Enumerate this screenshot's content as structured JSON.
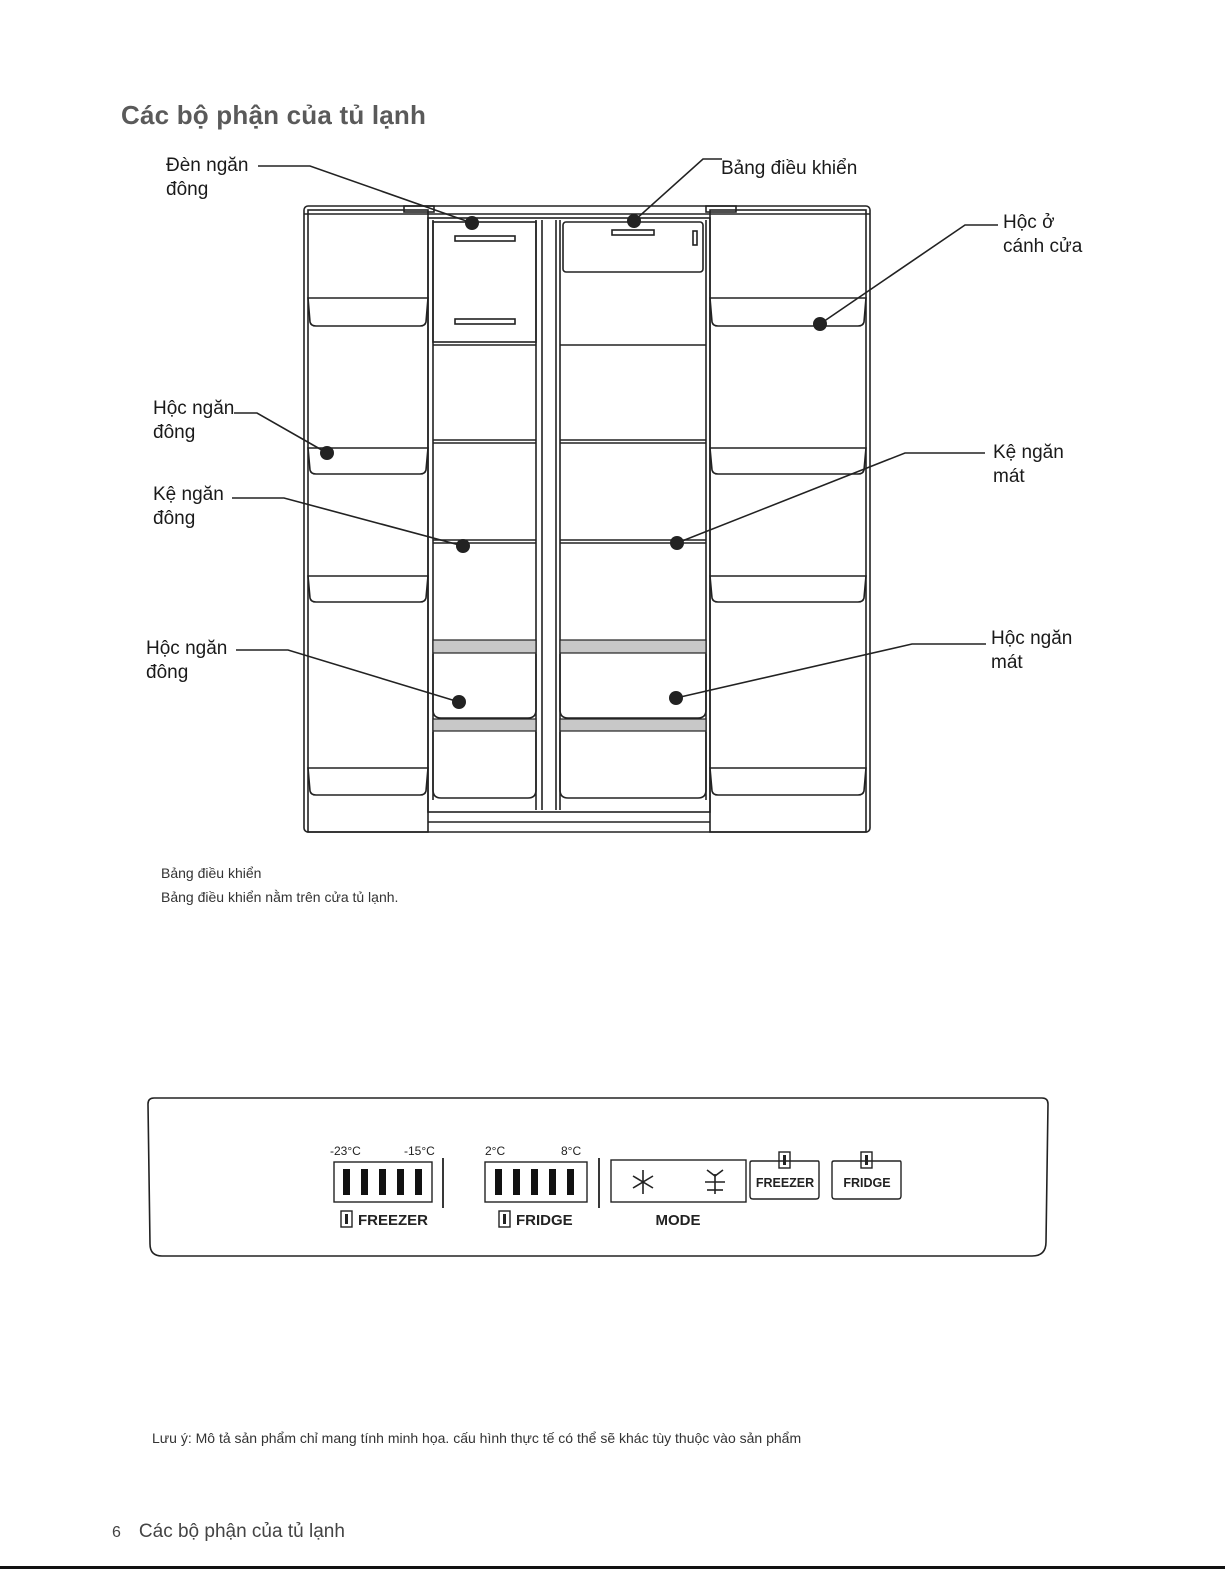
{
  "page": {
    "title": "Các bộ phận của tủ lạnh",
    "page_number": "6",
    "footer_title": "Các bộ phận của tủ lạnh"
  },
  "diagram": {
    "labels": {
      "freezer_light": [
        "Đèn ngăn",
        "đông"
      ],
      "control_panel": "Bảng điều khiển",
      "door_bin": [
        "Hộc ở",
        "cánh cửa"
      ],
      "freezer_door_bin": [
        "Hộc ngăn",
        "đông"
      ],
      "freezer_shelf": [
        "Kệ ngăn",
        "đông"
      ],
      "fridge_shelf": [
        "Kệ ngăn",
        "mát"
      ],
      "freezer_drawer": [
        "Hộc ngăn",
        "đông"
      ],
      "fridge_drawer": [
        "Hộc ngăn",
        "mát"
      ]
    }
  },
  "control_panel_text": {
    "heading": "Bảng điều khiển",
    "description": "Bảng điều khiển nằm trên cửa tủ lạnh."
  },
  "panel": {
    "freezer": {
      "min": "-23°C",
      "max": "-15°C",
      "label": "FREEZER",
      "segments": 5
    },
    "fridge": {
      "min": "2°C",
      "max": "8°C",
      "label": "FRIDGE",
      "segments": 5
    },
    "mode": {
      "label": "MODE"
    },
    "freezer_button": "FREEZER",
    "fridge_button": "FRIDGE"
  },
  "note": "Lưu ý: Mô tả sản phẩm chỉ mang tính minh họa. cấu hình thực tế có thể sẽ khác tùy thuộc vào sản phẩm",
  "colors": {
    "title": "#5a5a5a",
    "line": "#222222",
    "shelf": "#c8c8c8"
  }
}
